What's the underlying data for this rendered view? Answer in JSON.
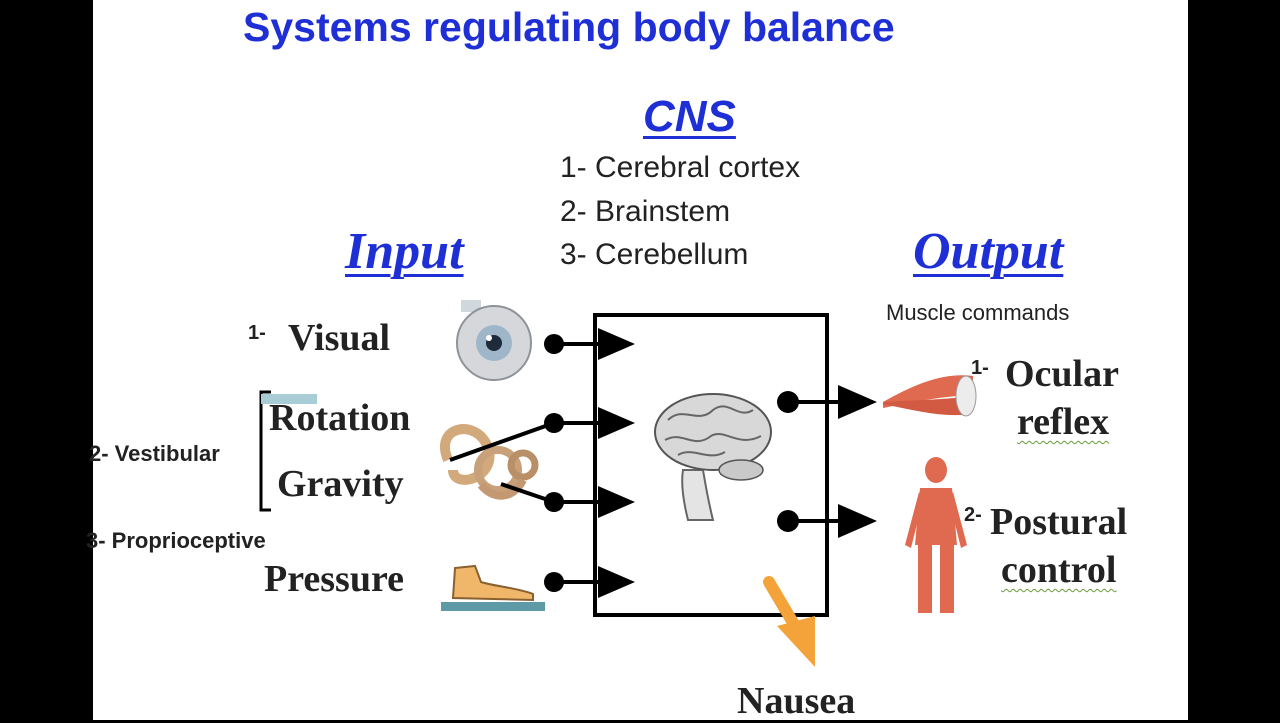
{
  "title": "Systems regulating body balance",
  "cns": {
    "heading": "CNS",
    "items": [
      "1- Cerebral cortex",
      "2- Brainstem",
      "3- Cerebellum"
    ]
  },
  "input": {
    "heading": "Input",
    "visual_number": "1-",
    "visual_label": "Visual",
    "vestibular_label": "2- Vestibular",
    "rotation_label": "Rotation",
    "gravity_label": "Gravity",
    "proprioceptive_label": "3- Proprioceptive",
    "pressure_label": "Pressure"
  },
  "output": {
    "heading": "Output",
    "subheading": "Muscle commands",
    "ocular_number": "1-",
    "ocular_line1": "Ocular",
    "ocular_line2": "reflex",
    "postural_number": "2-",
    "postural_line1": "Postural",
    "postural_line2": "control"
  },
  "nausea_label": "Nausea",
  "colors": {
    "heading_blue": "#1f2fd6",
    "nausea_arrow": "#f4a23a",
    "muscle": "#e06a50"
  },
  "icons": [
    "eye-icon",
    "inner-ear-icon",
    "foot-icon",
    "brain-icon",
    "eye-muscles-icon",
    "muscular-body-icon"
  ]
}
